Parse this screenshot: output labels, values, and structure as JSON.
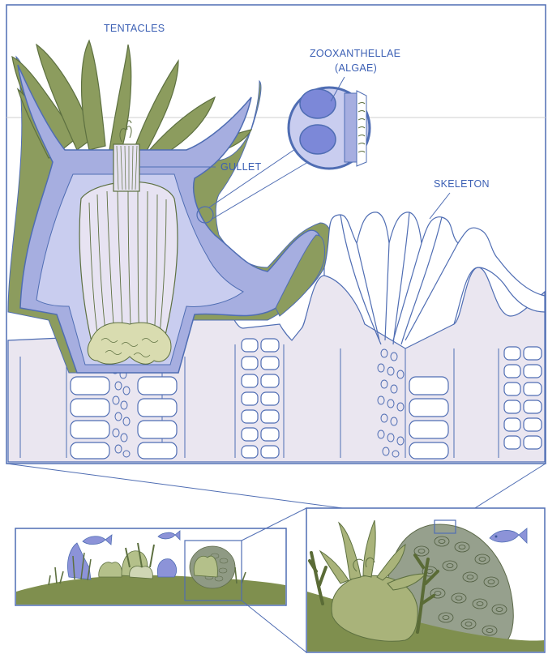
{
  "labels": {
    "tentacles": "TENTACLES",
    "zooxanthellae": "ZOOXANTHELLAE",
    "algae": "(ALGAE)",
    "gullet": "GULLET",
    "skeleton": "SKELETON"
  },
  "colors": {
    "frame_blue": "#4f6db3",
    "label_blue": "#3b5fb4",
    "tissue_purple": "#a6aee0",
    "tissue_light": "#c9cdef",
    "polyp_green": "#8c9c5e",
    "dark_green": "#5d7040",
    "seafloor": "#7f8f4e",
    "skeleton_fill": "#eae6f0",
    "algae_cell": "#7c88d8"
  }
}
